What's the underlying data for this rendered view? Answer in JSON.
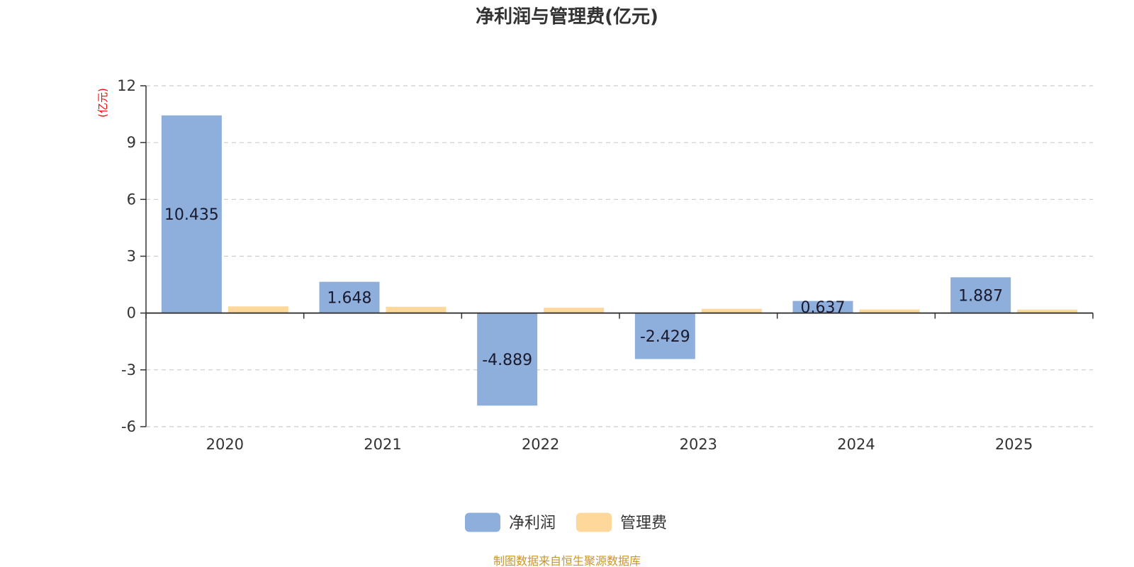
{
  "chart_data": {
    "type": "bar",
    "title": "净利润与管理费(亿元)",
    "ylabel": "(亿元)",
    "xlabel": "",
    "categories": [
      "2020",
      "2021",
      "2022",
      "2023",
      "2024",
      "2025"
    ],
    "series": [
      {
        "name": "净利润",
        "values": [
          10.435,
          1.648,
          -4.889,
          -2.429,
          0.637,
          1.887
        ],
        "labels": [
          "10.435",
          "1.648",
          "-4.889",
          "-2.429",
          "0.637",
          "1.887"
        ],
        "color": "#8eaedb"
      },
      {
        "name": "管理费",
        "values": [
          0.35,
          0.33,
          0.28,
          0.22,
          0.19,
          0.18
        ],
        "color": "#fdd89a"
      }
    ],
    "ylim": [
      -6,
      12
    ],
    "yticks": [
      12,
      9,
      6,
      3,
      0,
      -3,
      -6
    ],
    "grid": true,
    "legend_position": "bottom-center"
  },
  "source_note": "制图数据来自恒生聚源数据库"
}
